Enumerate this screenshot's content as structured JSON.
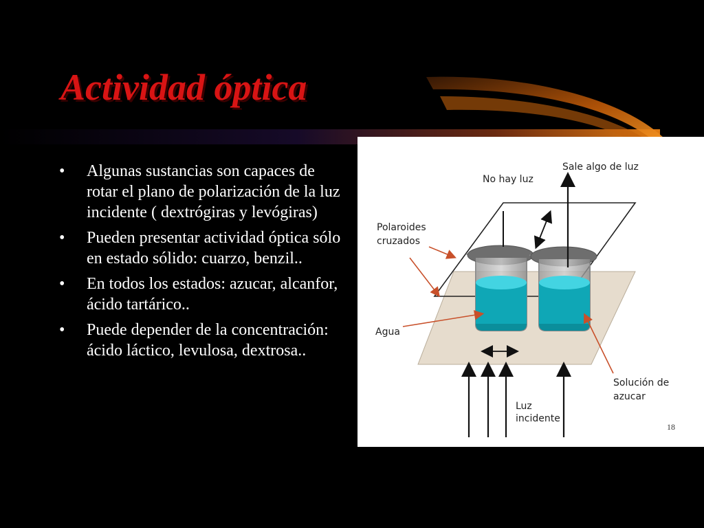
{
  "slide": {
    "title": "Actividad óptica",
    "bullet_glyph": "•",
    "bullets": [
      "Algunas sustancias son capaces de rotar el plano de polarización de la luz incidente ( dextrógiras y levógiras)",
      "Pueden presentar actividad óptica sólo en estado sólido: cuarzo, benzil..",
      "En todos los estados: azucar, alcanfor, ácido tartárico..",
      "Puede depender de la concentración: ácido láctico, levulosa, dextrosa.."
    ]
  },
  "figure": {
    "labels": {
      "no_light": "No hay luz",
      "some_light": "Sale algo de luz",
      "polaroids_line1": "Polaroides",
      "polaroids_line2": "cruzados",
      "water": "Agua",
      "solution_line1": "Solución de",
      "solution_line2": "azucar",
      "incident_line1": "Luz",
      "incident_line2": "incidente"
    },
    "page_number": "18"
  },
  "colors": {
    "title": "#d81414",
    "background": "#000000",
    "swoosh": "#e07a10",
    "liquid": "#1fb8c8",
    "annotation_arrow": "#c8502a"
  }
}
